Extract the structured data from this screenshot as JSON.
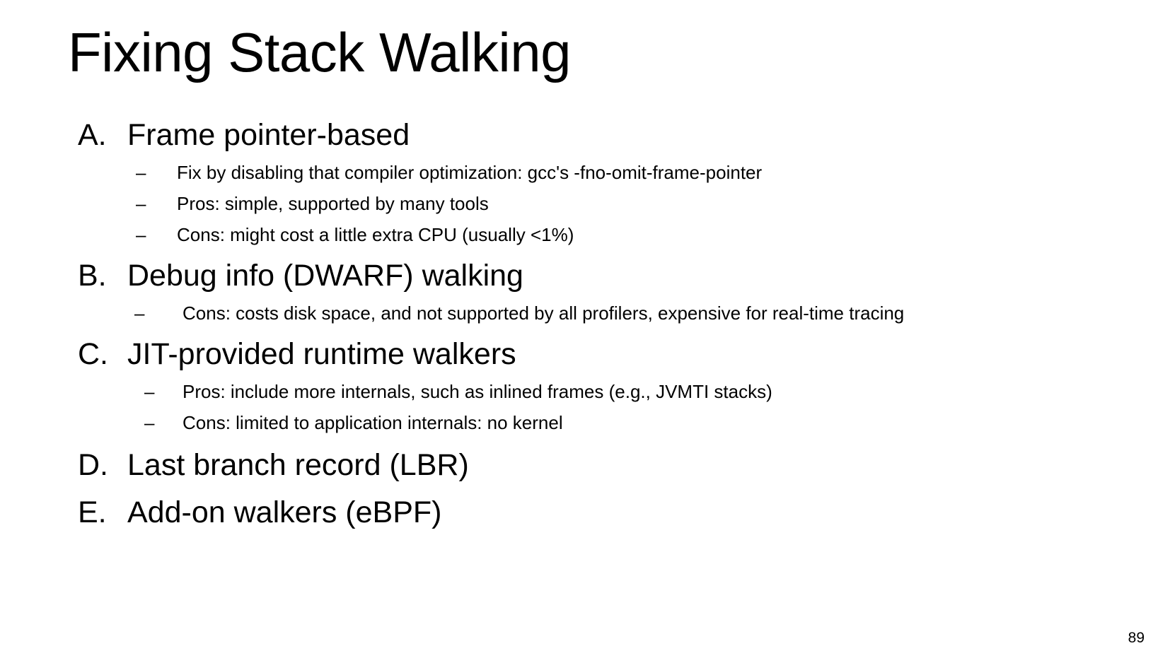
{
  "slide": {
    "title": "Fixing Stack Walking",
    "page_number": "89",
    "items": [
      {
        "marker": "A.",
        "text": "Frame pointer-based",
        "subs": [
          {
            "dash": "–",
            "text": "Fix by disabling that compiler optimization: gcc's -fno-omit-frame-pointer"
          },
          {
            "dash": "–",
            "text": "Pros: simple, supported by many tools"
          },
          {
            "dash": "–",
            "text": "Cons: might cost a little extra CPU (usually <1%)"
          }
        ]
      },
      {
        "marker": "B.",
        "text": "Debug info (DWARF) walking",
        "subs": [
          {
            "dash": "–",
            "text": "Cons: costs disk space, and not supported by all profilers, expensive for real-time tracing"
          }
        ]
      },
      {
        "marker": "C.",
        "text": "JIT-provided runtime walkers",
        "subs": [
          {
            "dash": "–",
            "text": "Pros: include more internals, such as inlined frames (e.g., JVMTI stacks)"
          },
          {
            "dash": "–",
            "text": "Cons: limited to application internals: no kernel"
          }
        ]
      },
      {
        "marker": "D.",
        "text": "Last branch record (LBR)",
        "subs": []
      },
      {
        "marker": "E.",
        "text": "Add-on walkers (eBPF)",
        "subs": []
      }
    ]
  }
}
